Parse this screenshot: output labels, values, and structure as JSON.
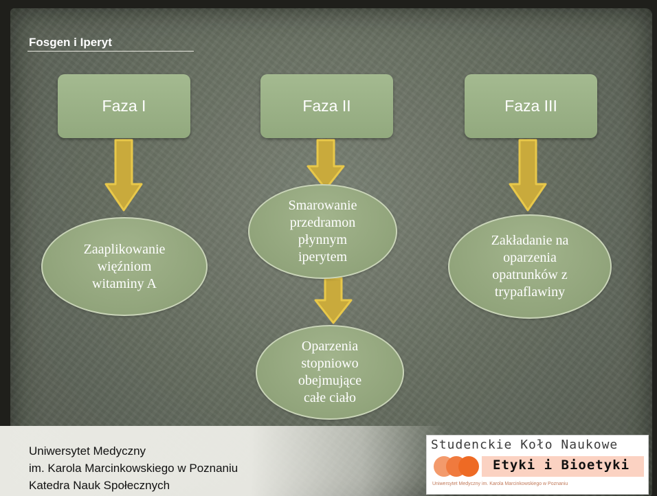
{
  "title": "Fosgen i Iperyt",
  "phases": [
    {
      "label": "Faza I",
      "steps": [
        "Zaaplikowanie\nwięźniom\nwitaminy A"
      ]
    },
    {
      "label": "Faza II",
      "steps": [
        "Smarowanie\nprzedramon\npłynnym\niperytem",
        "Oparzenia\nstopniowo\nobejmujące\ncałe ciało"
      ]
    },
    {
      "label": "Faza III",
      "steps": [
        "Zakładanie na\noparzenia\nopatrunków z\ntrypaflawiny"
      ]
    }
  ],
  "footer": {
    "line1": "Uniwersytet Medyczny",
    "line2": "im. Karola Marcinkowskiego w Poznaniu",
    "line3": "Katedra Nauk Społecznych"
  },
  "logo": {
    "top_text": "Studenckie Koło Naukowe",
    "main_text": "Etyki i Bioetyki",
    "bottom_text": "Uniwersytet Medyczny im. Karola Marcinkowskiego w Poznaniu",
    "colors": [
      "#f39a6c",
      "#f07a3e",
      "#ee6a24"
    ]
  },
  "colors": {
    "phase_box": "#9db58a",
    "oval": "#96a980",
    "arrow_fill": "#c9aa3c",
    "arrow_stroke": "#e8c84a",
    "text": "#ffffff"
  }
}
